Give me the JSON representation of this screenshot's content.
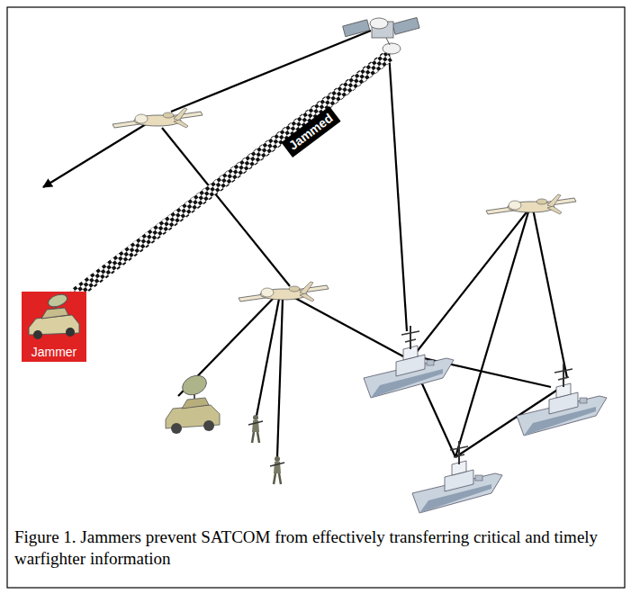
{
  "diagram": {
    "caption": "Figure 1. Jammers prevent SATCOM from effectively transferring critical and timely warfighter information",
    "nodes": [
      {
        "text": [
          "Jammer"
        ]
      },
      {
        "text": [
          "Jammed"
        ]
      }
    ]
  }
}
